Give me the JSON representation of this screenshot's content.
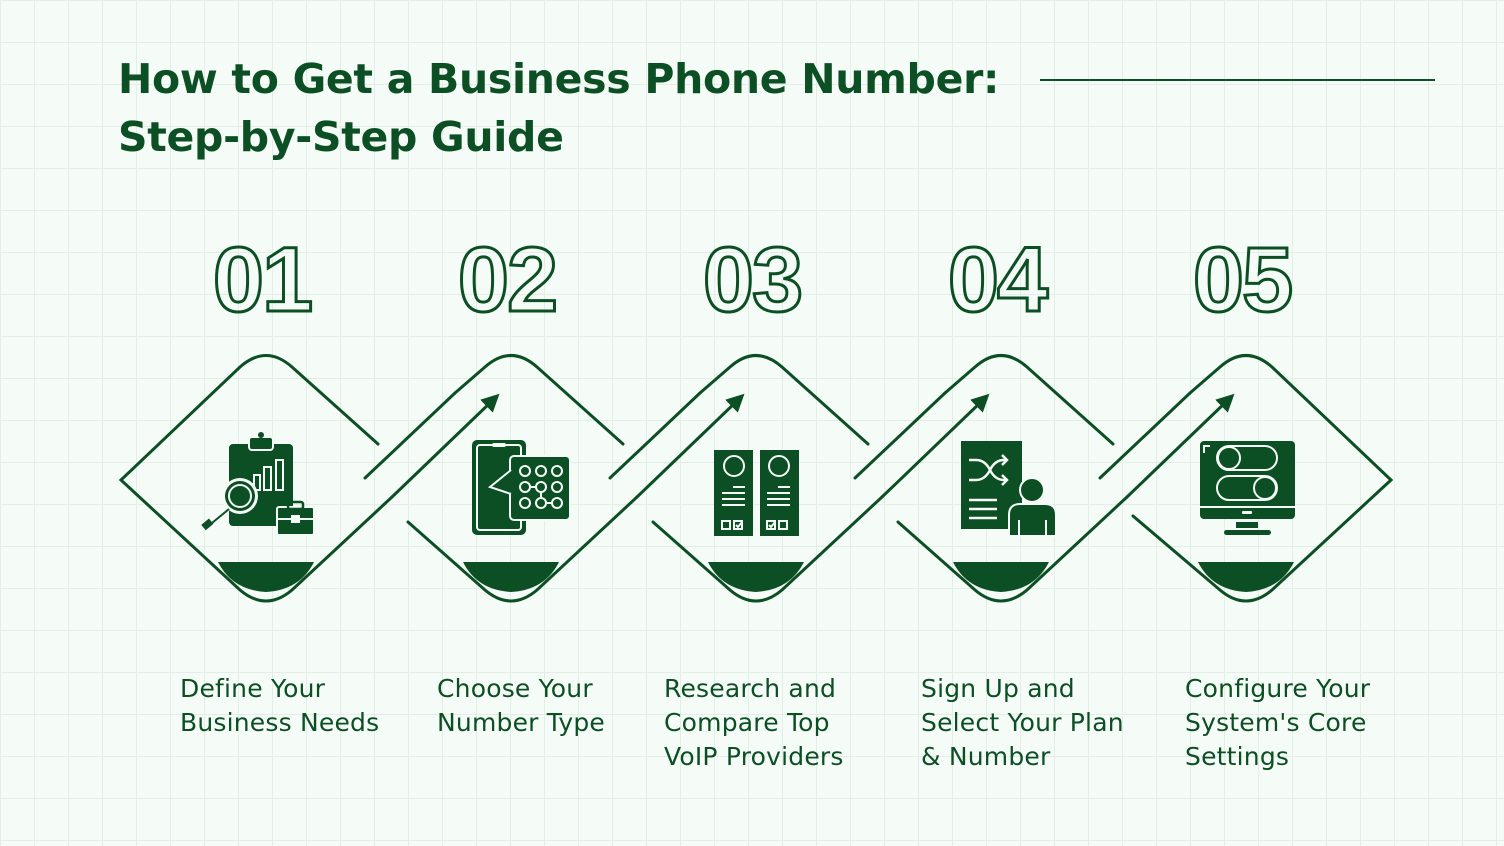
{
  "header": {
    "title_line1": "How to Get a Business Phone Number:",
    "title_line2": "Step-by-Step Guide"
  },
  "colors": {
    "primary": "#0c4f24",
    "background": "#f5fbf6",
    "grid": "#e3efe6"
  },
  "steps": [
    {
      "number": "01",
      "icon": "clipboard-chart-magnifier-briefcase-icon",
      "label_lines": [
        "Define Your",
        "Business Needs"
      ]
    },
    {
      "number": "02",
      "icon": "smartphone-keypad-icon",
      "label_lines": [
        "Choose Your",
        "Number Type"
      ]
    },
    {
      "number": "03",
      "icon": "compare-documents-icon",
      "label_lines": [
        "Research and",
        "Compare Top",
        "VoIP Providers"
      ]
    },
    {
      "number": "04",
      "icon": "document-shuffle-user-icon",
      "label_lines": [
        "Sign Up and",
        "Select Your Plan",
        "& Number"
      ]
    },
    {
      "number": "05",
      "icon": "monitor-toggles-icon",
      "label_lines": [
        "Configure Your",
        "System's Core",
        "Settings"
      ]
    }
  ]
}
